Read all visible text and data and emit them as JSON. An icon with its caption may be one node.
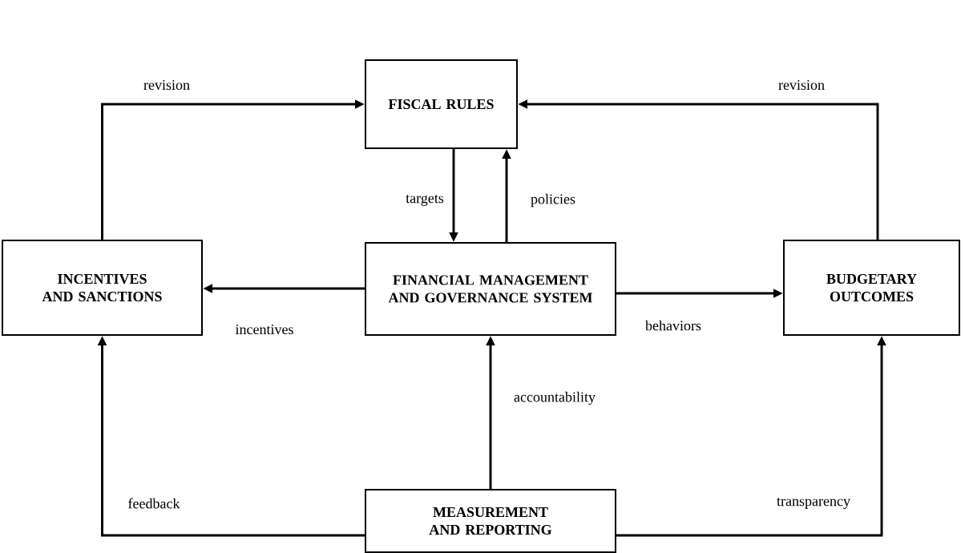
{
  "diagram": {
    "nodes": [
      {
        "text": [
          "FISCAL RULES"
        ]
      },
      {
        "text": [
          "INCENTIVES AND SANCTIONS"
        ]
      },
      {
        "text": [
          "FINANCIAL MANAGEMENT AND GOVERNANCE SYSTEM"
        ]
      },
      {
        "text": [
          "BUDGETARY OUTCOMES"
        ]
      },
      {
        "text": [
          "MEASUREMENT AND REPORTING"
        ]
      }
    ],
    "edges": [
      {
        "from": 1,
        "to": 0,
        "arrow": "to",
        "label": "revision"
      },
      {
        "from": 3,
        "to": 0,
        "arrow": "to",
        "label": "revision"
      },
      {
        "from": 0,
        "to": 2,
        "arrow": "to",
        "label": "targets"
      },
      {
        "from": 2,
        "to": 0,
        "arrow": "to",
        "label": "policies"
      },
      {
        "from": 2,
        "to": 1,
        "arrow": "to",
        "label": "incentives"
      },
      {
        "from": 2,
        "to": 3,
        "arrow": "to",
        "label": "behaviors"
      },
      {
        "from": 4,
        "to": 2,
        "arrow": "to",
        "label": "accountability"
      },
      {
        "from": 4,
        "to": 1,
        "arrow": "to",
        "label": "feedback"
      },
      {
        "from": 4,
        "to": 3,
        "arrow": "to",
        "label": "transparency"
      }
    ]
  }
}
